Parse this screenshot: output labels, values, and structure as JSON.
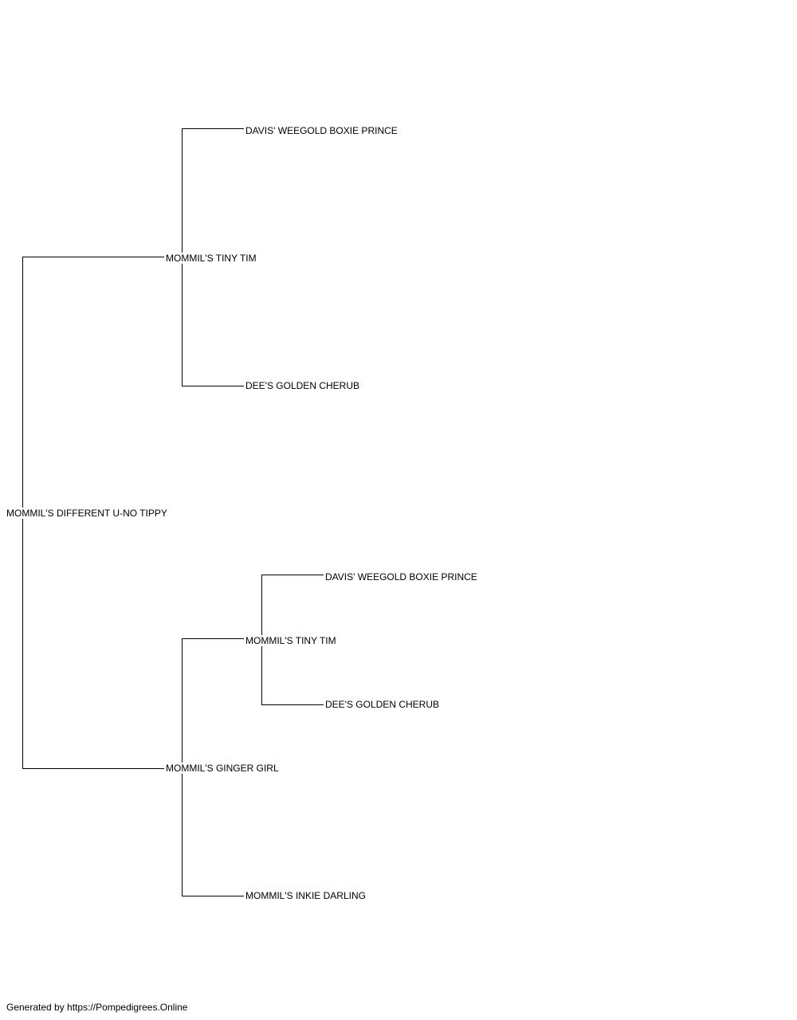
{
  "pedigree": {
    "subject": "MOMMIL'S DIFFERENT U-NO TIPPY",
    "sire": "MOMMIL'S TINY TIM",
    "sire_sire": "DAVIS' WEEGOLD BOXIE PRINCE",
    "sire_dam": "DEE'S GOLDEN CHERUB",
    "dam": "MOMMIL'S GINGER GIRL",
    "dam_sire": "MOMMIL'S TINY TIM",
    "dam_sire_sire": "DAVIS' WEEGOLD BOXIE PRINCE",
    "dam_sire_dam": "DEE'S GOLDEN CHERUB",
    "dam_dam": "MOMMIL'S INKIE DARLING"
  },
  "footer": {
    "credit": "Generated by https://Pompedigrees.Online"
  }
}
